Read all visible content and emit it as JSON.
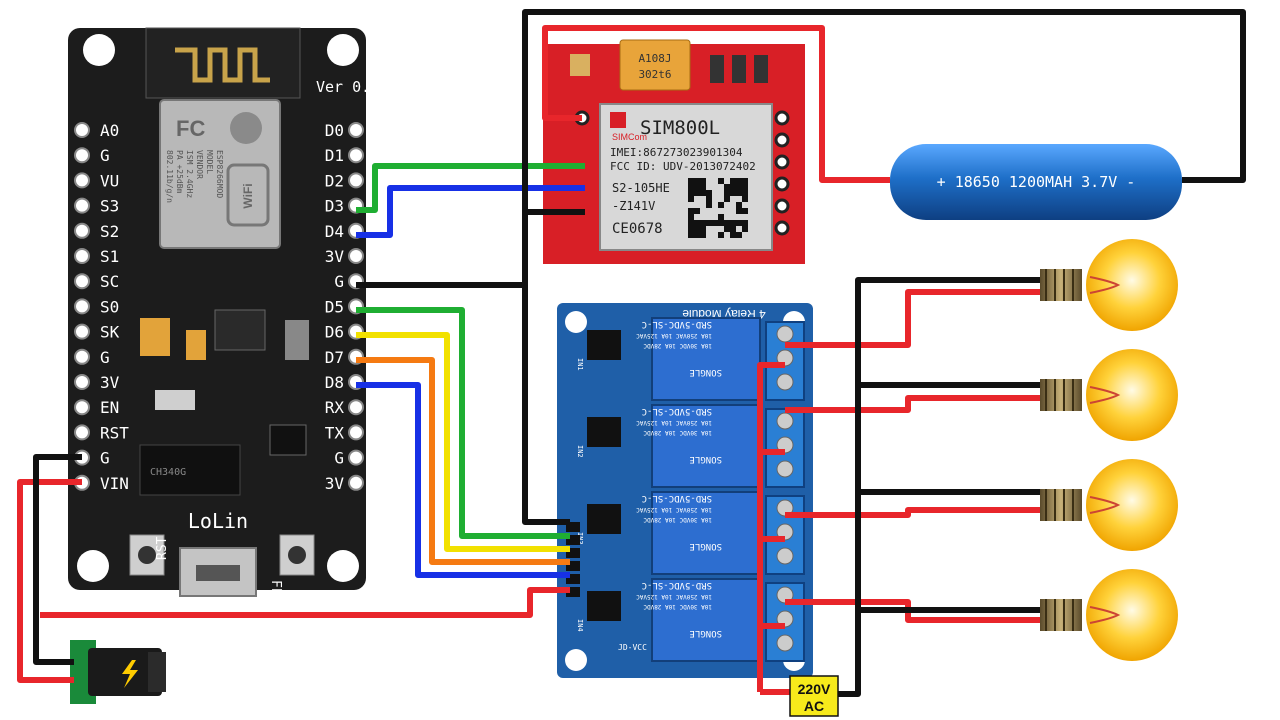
{
  "nodemcu": {
    "left_pins": [
      "A0",
      "G",
      "VU",
      "S3",
      "S2",
      "S1",
      "SC",
      "S0",
      "SK",
      "G",
      "3V",
      "EN",
      "RST",
      "G",
      "VIN"
    ],
    "right_pins": [
      "D0",
      "D1",
      "D2",
      "D3",
      "D4",
      "3V",
      "G",
      "D5",
      "D6",
      "D7",
      "D8",
      "RX",
      "TX",
      "G",
      "3V"
    ],
    "version_label": "Ver 0.",
    "brand": "LoLin",
    "rst_label": "RST",
    "flash_label": "FLASH",
    "module": {
      "line1": "MODEL",
      "line2": "VENDOR",
      "line3": "ISM 2.4GHz",
      "line4": "PA +25dBm",
      "line5": "802.11b/g/n",
      "fcc": "FC",
      "wifi": "WiFi",
      "chip": "ESP8266MOD"
    },
    "ic_label": "CH340G"
  },
  "sim800l": {
    "name": "SIM800L",
    "brand": "SIMCom",
    "imei": "IMEI:867273023901304",
    "fcc": "FCC ID: UDV-2013072402",
    "model1": "S2-105HE",
    "model2": "-Z141V",
    "ce": "CE0678",
    "cap_line1": "A108J",
    "cap_line2": "302t6"
  },
  "battery": {
    "label": "+ 18650 1200MAH 3.7V -"
  },
  "relay_module": {
    "title": "4 Relay Module",
    "relay_text_top": "SRD-5VDC-SL-C",
    "relay_text_spec1": "10A 250VAC 10A 125VAC",
    "relay_text_spec2": "10A 30VDC 10A 28VDC",
    "relay_brand": "SONGLE",
    "inputs": [
      "IN1",
      "IN2",
      "IN3",
      "IN4"
    ],
    "vcc_label": "JD-VCC"
  },
  "ac_label": {
    "line1": "220V",
    "line2": "AC"
  },
  "colors": {
    "red": "#e8262b",
    "black": "#111111",
    "green": "#1fae32",
    "blue": "#1730e6",
    "yellow": "#f2e100",
    "orange": "#f57a12",
    "board": "#1c1c1c",
    "sim_red": "#d81f26",
    "relay_blue": "#1f5fa8",
    "battery_blue": "#1e6fc8",
    "ac_yellow": "#f7ea1b"
  }
}
